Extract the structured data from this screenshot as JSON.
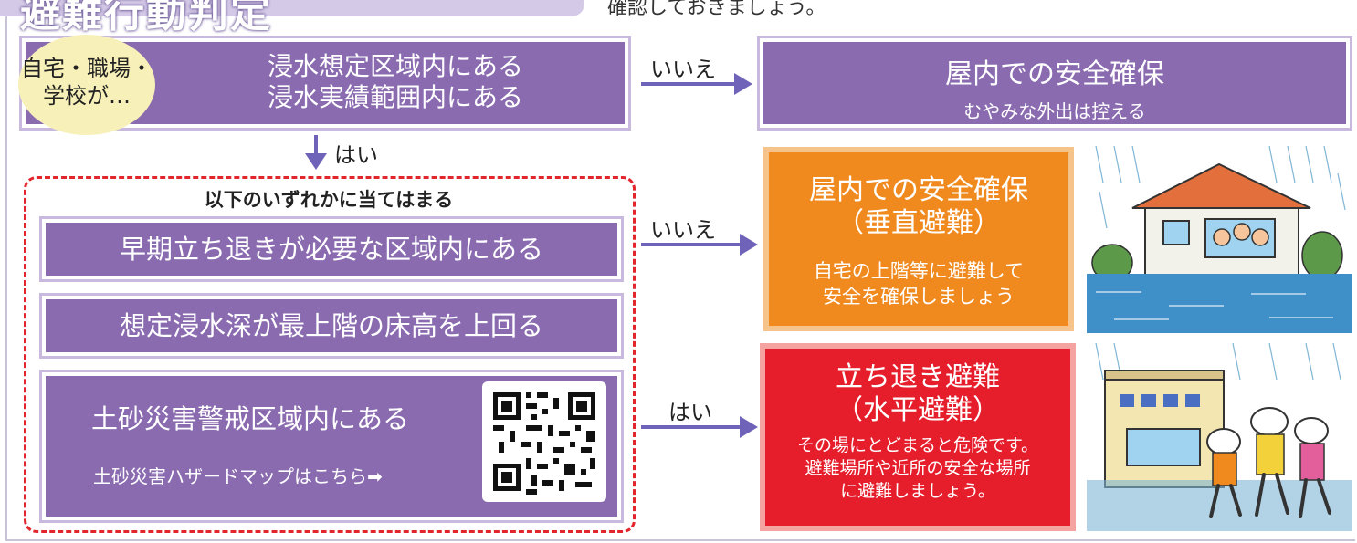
{
  "header": {
    "title": "避難行動判定",
    "note": "確認しておきましょう。"
  },
  "question": {
    "oval_text": "自宅・職場・\n学校が…",
    "line1": "浸水想定区域内にある",
    "line2": "浸水実績範囲内にある"
  },
  "flow": {
    "no_label_1": "いいえ",
    "yes_label": "はい",
    "no_label_2": "いいえ",
    "yes_label_2": "はい"
  },
  "result_stay": {
    "title": "屋内での安全確保",
    "subtitle": "むやみな外出は控える"
  },
  "conditions": {
    "title": "以下のいずれかに当てはまる",
    "items": [
      "早期立ち退きが必要な区域内にある",
      "想定浸水深が最上階の床高を上回る",
      "土砂災害警戒区域内にある"
    ],
    "hazard_link": "土砂災害ハザードマップはこちら➡"
  },
  "result_vertical": {
    "title_line1": "屋内での安全確保",
    "title_line2": "（垂直避難）",
    "desc_line1": "自宅の上階等に避難して",
    "desc_line2": "安全を確保しましょう"
  },
  "result_horizontal": {
    "title_line1": "立ち退き避難",
    "title_line2": "（水平避難）",
    "desc_line1": "その場にとどまると危険です。",
    "desc_line2": "避難場所や近所の安全な場所",
    "desc_line3": "に避難しましょう。"
  },
  "colors": {
    "purple": "#8a6bb0",
    "orange": "#f08a1e",
    "red": "#e61e2c",
    "arrow": "#6e63b8",
    "dash": "#e3262e"
  },
  "icons": {
    "qr": "qr-code-icon",
    "house": "flooded-house-illustration",
    "evacuation": "evacuating-people-illustration"
  }
}
